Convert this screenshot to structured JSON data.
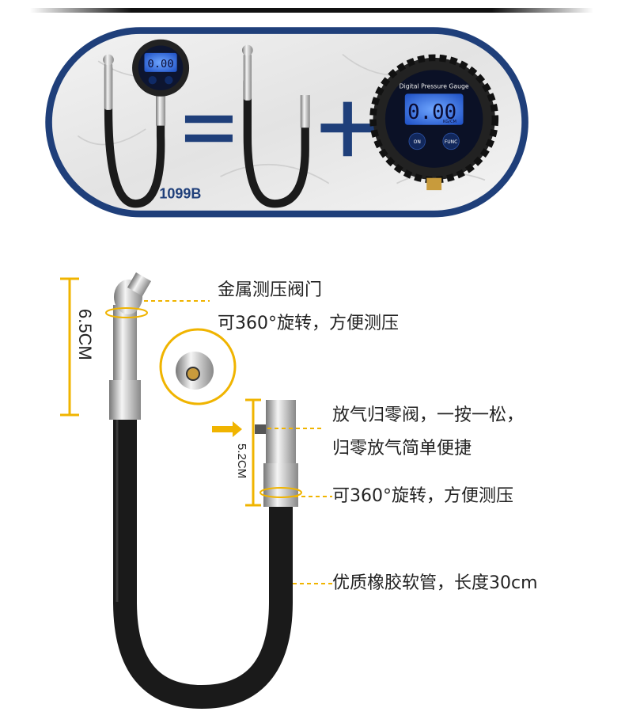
{
  "banner": {
    "model": "1099B",
    "gauge_title": "Digital Pressure Gauge",
    "gauge_reading": "0.00",
    "gauge_unit": "KG/CM",
    "on_label": "ON",
    "func_label": "FUNC"
  },
  "dimensions": {
    "head_height": "6.5CM",
    "valve_height": "5.2CM"
  },
  "callouts": {
    "metal_valve": "金属测压阀门",
    "rotate_head": "可360°旋转，方便测压",
    "deflate_valve": "放气归零阀，一按一松，",
    "deflate_easy": "归零放气简单便捷",
    "rotate_tail": "可360°旋转，方便测压",
    "hose": "优质橡胶软管，长度30cm"
  },
  "colors": {
    "accent": "#1f3f7a",
    "dim_line": "#f0b400",
    "callout_line": "#f0b400"
  }
}
